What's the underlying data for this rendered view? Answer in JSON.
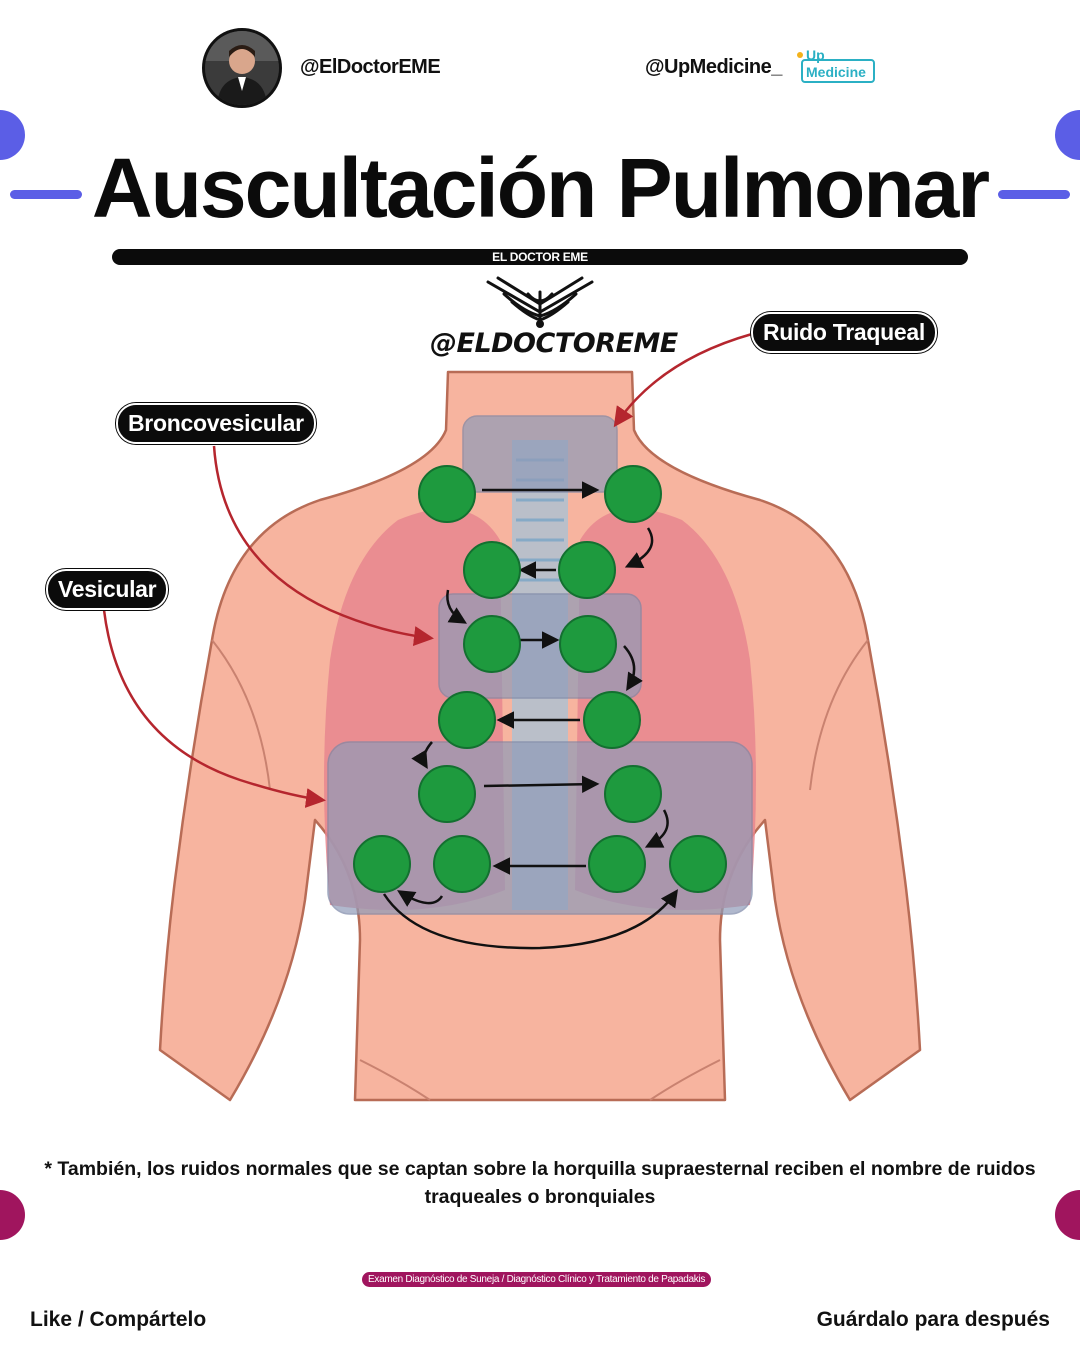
{
  "header": {
    "left_handle": "@ElDoctorEME",
    "right_handle": "@UpMedicine_",
    "logo_line1": "Up",
    "logo_line2": "Medicine"
  },
  "title": "Auscultación Pulmonar",
  "banner": "EL DOCTOR EME",
  "brand_handle": "@ELDOCTOREME",
  "labels": {
    "tracheal": "Ruido Traqueal",
    "bronchovesicular": "Broncovesicular",
    "vesicular": "Vesicular"
  },
  "note": "* También, los ruidos normales que se captan sobre la horquilla supraesternal reciben el nombre de ruidos traqueales o bronquiales",
  "source": "Examen Diagnóstico de Suneja / Diagnóstico Clínico y Tratamiento de Papadakis",
  "footer": {
    "left": "Like / Compártelo",
    "right": "Guárdalo para después"
  },
  "colors": {
    "accent_blue": "#5b5ee6",
    "accent_magenta": "#a0155e",
    "skin": "#f7b49f",
    "lung": "#e8868e",
    "point": "#1e9a3e",
    "region": "#8f9bb8"
  }
}
